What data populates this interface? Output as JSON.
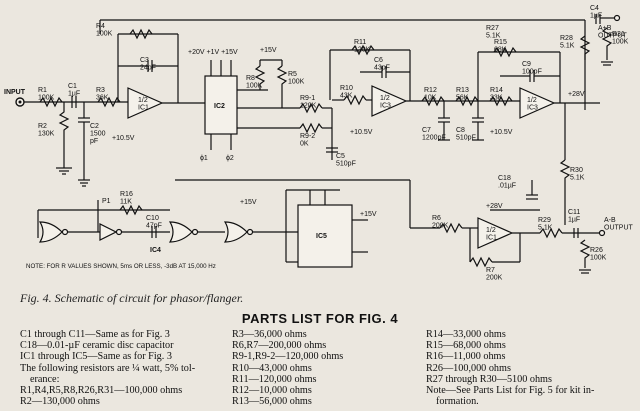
{
  "schematic": {
    "labels": {
      "input": "INPUT",
      "r1": "R1\n100K",
      "r2": "R2\n130K",
      "r3": "R3\n36K",
      "c1": "C1\n1µF",
      "c2": "C2\n1500\npF",
      "c3": "C3\n24pF",
      "r4": "R4\n100K",
      "ic1_a": "1/2\nIC1",
      "ic1_a_supply": "+10.5V",
      "ic2": "IC2",
      "ic2_supplies": "+20V  +1V  +15V",
      "r8": "R8\n100K",
      "r5": "R5\n100K",
      "plus15v_top": "+15V",
      "phi1": "ϕ1",
      "phi2": "ϕ2",
      "r9_1": "R9-1\n120K",
      "r9_2": "R9-2\n0K",
      "c5": "C5\n510pF",
      "r11": "R11\n120K",
      "c6": "C6\n43pF",
      "r10": "R10\n43K",
      "ic3_a": "1/2\nIC3",
      "ic3_a_supply": "+10.5V",
      "r12": "R12\n10K",
      "c7": "C7\n1200pF",
      "r13": "R13\n56K",
      "c8": "C8\n510pF",
      "r14": "R14\n33K",
      "r15": "R15\n68K",
      "r16_top": "C9\n100pF",
      "ic3_b": "1/2\nIC3",
      "ic3_b_supply": "+10.5V",
      "plus28v": "+28V",
      "r27": "R27\n5.1K",
      "c4": "C4\n1µF",
      "r28": "R28\n5.1K",
      "r31": "R31\n100K",
      "output_top": "A+B\nOUTPUT",
      "r16": "R16\n11K",
      "p1": "P1",
      "c10": "C10\n47pF",
      "ic4": "IC4",
      "ic5": "IC5",
      "plus15v_mid": "+15V",
      "plus15v_ic5": "+15V",
      "r6": "R6\n200K",
      "c18": "C18\n.01µF",
      "plus28v_b": "+28V",
      "ic1_b": "1/2\nIC1",
      "r7": "R7\n200K",
      "r29": "R29\n5.1K",
      "r30": "R30\n5.1K",
      "c11": "C11\n1µF",
      "r26": "R26\n100K",
      "output_bottom": "A-B\nOUTPUT"
    },
    "note": "NOTE: FOR R VALUES SHOWN, 5ms OR LESS, -3dB AT 15,000 Hz"
  },
  "caption": "Fig. 4. Schematic of circuit for phasor/flanger.",
  "parts_list": {
    "title": "PARTS LIST FOR FIG. 4",
    "columns": [
      [
        "C1 through C11—Same as for Fig. 3",
        "C18—0.01-µF ceramic disc capacitor",
        "IC1 through IC5—Same as for Fig. 3",
        "The following resistors are ¼ watt, 5% tol-",
        "erance:",
        "R1,R4,R5,R8,R26,R31—100,000 ohms",
        "R2—130,000 ohms"
      ],
      [
        "R3—36,000 ohms",
        "R6,R7—200,000 ohms",
        "R9-1,R9-2—120,000 ohms",
        "R10—43,000 ohms",
        "R11—120,000 ohms",
        "R12—10,000 ohms",
        "R13—56,000 ohms"
      ],
      [
        "R14—33,000 ohms",
        "R15—68,000 ohms",
        "R16—11,000 ohms",
        "R26—100,000 ohms",
        "R27 through R30—5100 ohms",
        "Note—See Parts List for Fig. 5 for kit in-",
        "formation."
      ]
    ]
  }
}
